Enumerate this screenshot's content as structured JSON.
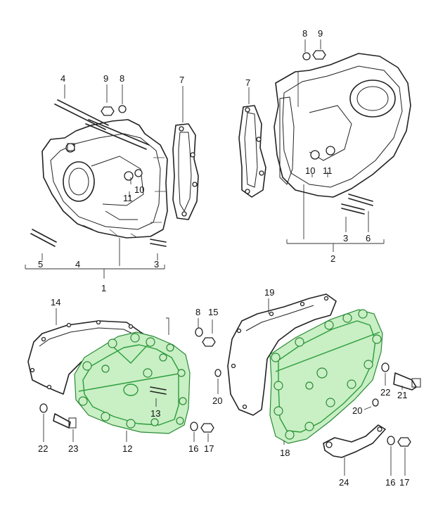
{
  "callouts": {
    "c1": "1",
    "c2": "2",
    "c3a": "3",
    "c3b": "3",
    "c4a": "4",
    "c4b": "4",
    "c5": "5",
    "c6": "6",
    "c7a": "7",
    "c7b": "7",
    "c8a": "8",
    "c8b": "8",
    "c8c": "8",
    "c9a": "9",
    "c9b": "9",
    "c10a": "10",
    "c10b": "10",
    "c11a": "11",
    "c11b": "11",
    "c12": "12",
    "c13": "13",
    "c14": "14",
    "c15": "15",
    "c16a": "16",
    "c16b": "16",
    "c17a": "17",
    "c17b": "17",
    "c18": "18",
    "c19": "19",
    "c20a": "20",
    "c20b": "20",
    "c21": "21",
    "c22a": "22",
    "c22b": "22",
    "c23": "23",
    "c24": "24"
  },
  "highlight_color": "#2a9d3c"
}
